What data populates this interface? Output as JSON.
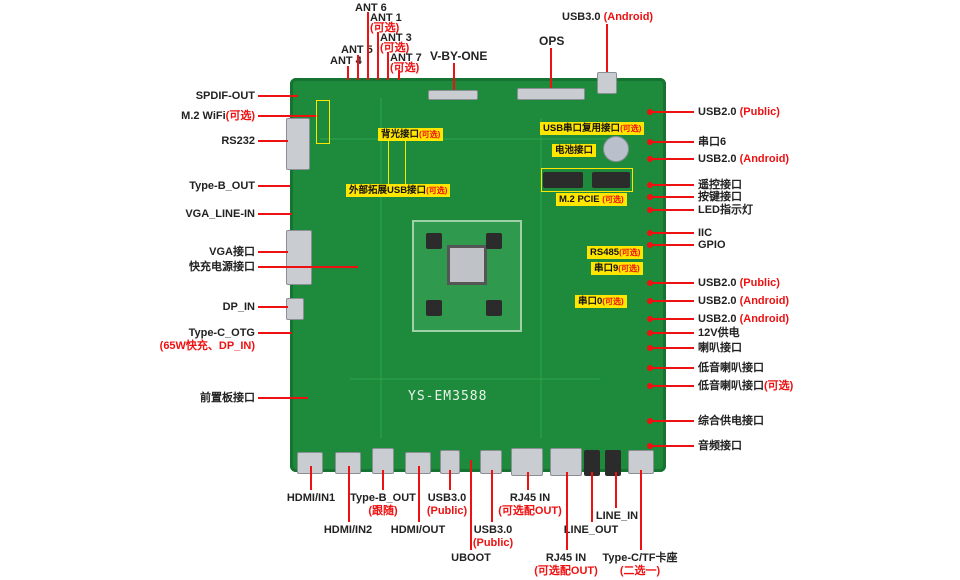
{
  "title_board": "YS-EM3588",
  "top": {
    "ant6": "ANT 6",
    "ant1": "ANT 1",
    "ant3": "ANT 3",
    "ant7": "ANT 7",
    "ant5": "ANT 5",
    "ant4": "ANT 4",
    "optional": "(可选)",
    "vbyone": "V-BY-ONE",
    "ops": "OPS",
    "usb30_android": "USB3.0",
    "android": "(Android)"
  },
  "left": [
    "SPDIF-OUT",
    "M.2 WiFi",
    "RS232",
    "Type-B_OUT",
    "VGA_LINE-IN",
    "VGA接口",
    "快充电源接口",
    "DP_IN",
    "Type-C_OTG",
    "(65W快充、DP_IN)",
    "前置板接口"
  ],
  "optional": "(可选)",
  "right": [
    {
      "t": "USB2.0",
      "r": "(Public)"
    },
    {
      "t": "串口6",
      "r": ""
    },
    {
      "t": "USB2.0",
      "r": "(Android)"
    },
    {
      "t": "遥控接口",
      "r": ""
    },
    {
      "t": "按键接口",
      "r": ""
    },
    {
      "t": "LED指示灯",
      "r": ""
    },
    {
      "t": "IIC",
      "r": ""
    },
    {
      "t": "GPIO",
      "r": ""
    },
    {
      "t": "USB2.0",
      "r": "(Public)"
    },
    {
      "t": "USB2.0",
      "r": "(Android)"
    },
    {
      "t": "USB2.0",
      "r": "(Android)"
    },
    {
      "t": "12V供电",
      "r": ""
    },
    {
      "t": "喇叭接口",
      "r": ""
    },
    {
      "t": "低音喇叭接口",
      "r": ""
    },
    {
      "t": "低音喇叭接口",
      "r": "(可选)"
    },
    {
      "t": "综合供电接口",
      "r": ""
    },
    {
      "t": "音频接口",
      "r": ""
    }
  ],
  "bottom": {
    "hdmi_in1": "HDMI/IN1",
    "hdmi_in2": "HDMI/IN2",
    "typeb_out": "Type-B_OUT",
    "follow": "(跟随)",
    "hdmi_out": "HDMI/OUT",
    "usb30a": "USB3.0",
    "public": "(Public)",
    "uboot": "UBOOT",
    "usb30b": "USB3.0",
    "rj45a": "RJ45 IN",
    "rj45_opt": "(可选配OUT)",
    "rj45b": "RJ45 IN",
    "line_out": "LINE_OUT",
    "line_in": "LINE_IN",
    "typec_tf": "Type-C/TF卡座",
    "choose": "(二选一)"
  },
  "tags": {
    "backlight": "背光接口",
    "ext_usb": "外部拓展USB接口",
    "usb_serial": "USB串口复用接口",
    "battery": "电池接口",
    "m2pcie": "M.2 PCIE",
    "rs485": "RS485",
    "com9": "串口9",
    "com0": "串口0"
  }
}
